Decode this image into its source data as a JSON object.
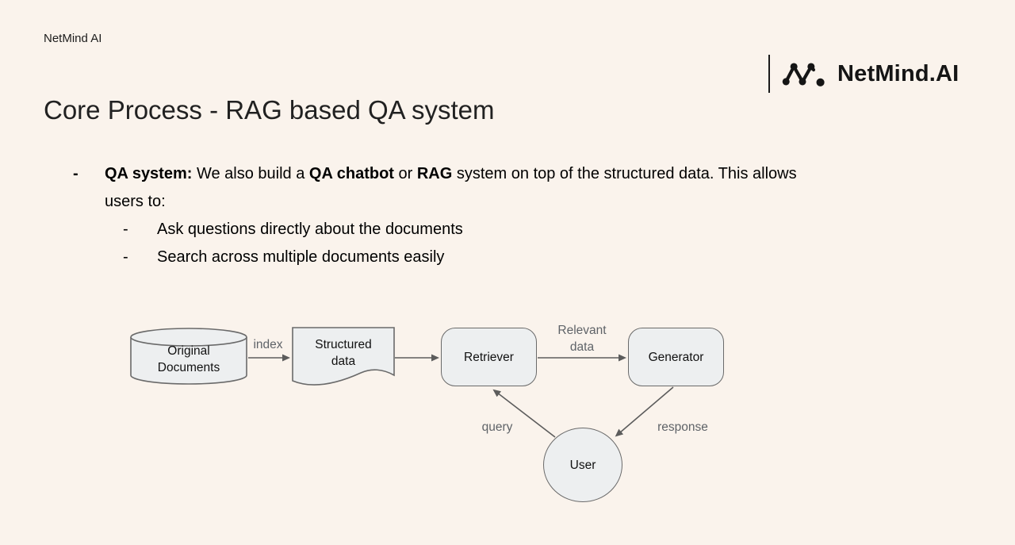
{
  "colors": {
    "background": "#faf3ec",
    "node_fill": "#edeff0",
    "node_stroke": "#6a6a6a",
    "arrow": "#5c5c5c",
    "edge_label_text": "#5f6368",
    "title_text": "#212121",
    "body_text": "#000000",
    "logo_text": "#151515"
  },
  "header": {
    "watermark": "NetMind AI"
  },
  "logo": {
    "text": "NetMind.AI",
    "icon": "netmind-nodes-icon"
  },
  "title": "Core Process - RAG based QA system",
  "bullets": {
    "main": {
      "dash": "-",
      "line1": [
        {
          "b": "QA system:"
        },
        {
          "t": " We also build a "
        },
        {
          "b": "QA chatbot"
        },
        {
          "t": " or "
        },
        {
          "b": "RAG"
        },
        {
          "t": " system on top of the structured data. This allows"
        }
      ],
      "line2": "users to:"
    },
    "sub": [
      {
        "dash": "-",
        "text": "Ask questions directly about the documents"
      },
      {
        "dash": "-",
        "text": "Search across multiple documents easily"
      }
    ]
  },
  "diagram": {
    "nodes": {
      "original_documents": {
        "shape": "cylinder",
        "line1": "Original",
        "line2": "Documents"
      },
      "structured_data": {
        "shape": "document",
        "line1": "Structured",
        "line2": "data"
      },
      "retriever": {
        "shape": "rounded-rect",
        "label": "Retriever"
      },
      "generator": {
        "shape": "rounded-rect",
        "label": "Generator"
      },
      "user": {
        "shape": "circle",
        "label": "User"
      }
    },
    "edge_labels": {
      "index": "index",
      "relevant": {
        "line1": "Relevant",
        "line2": "data"
      },
      "query": "query",
      "response": "response"
    }
  }
}
